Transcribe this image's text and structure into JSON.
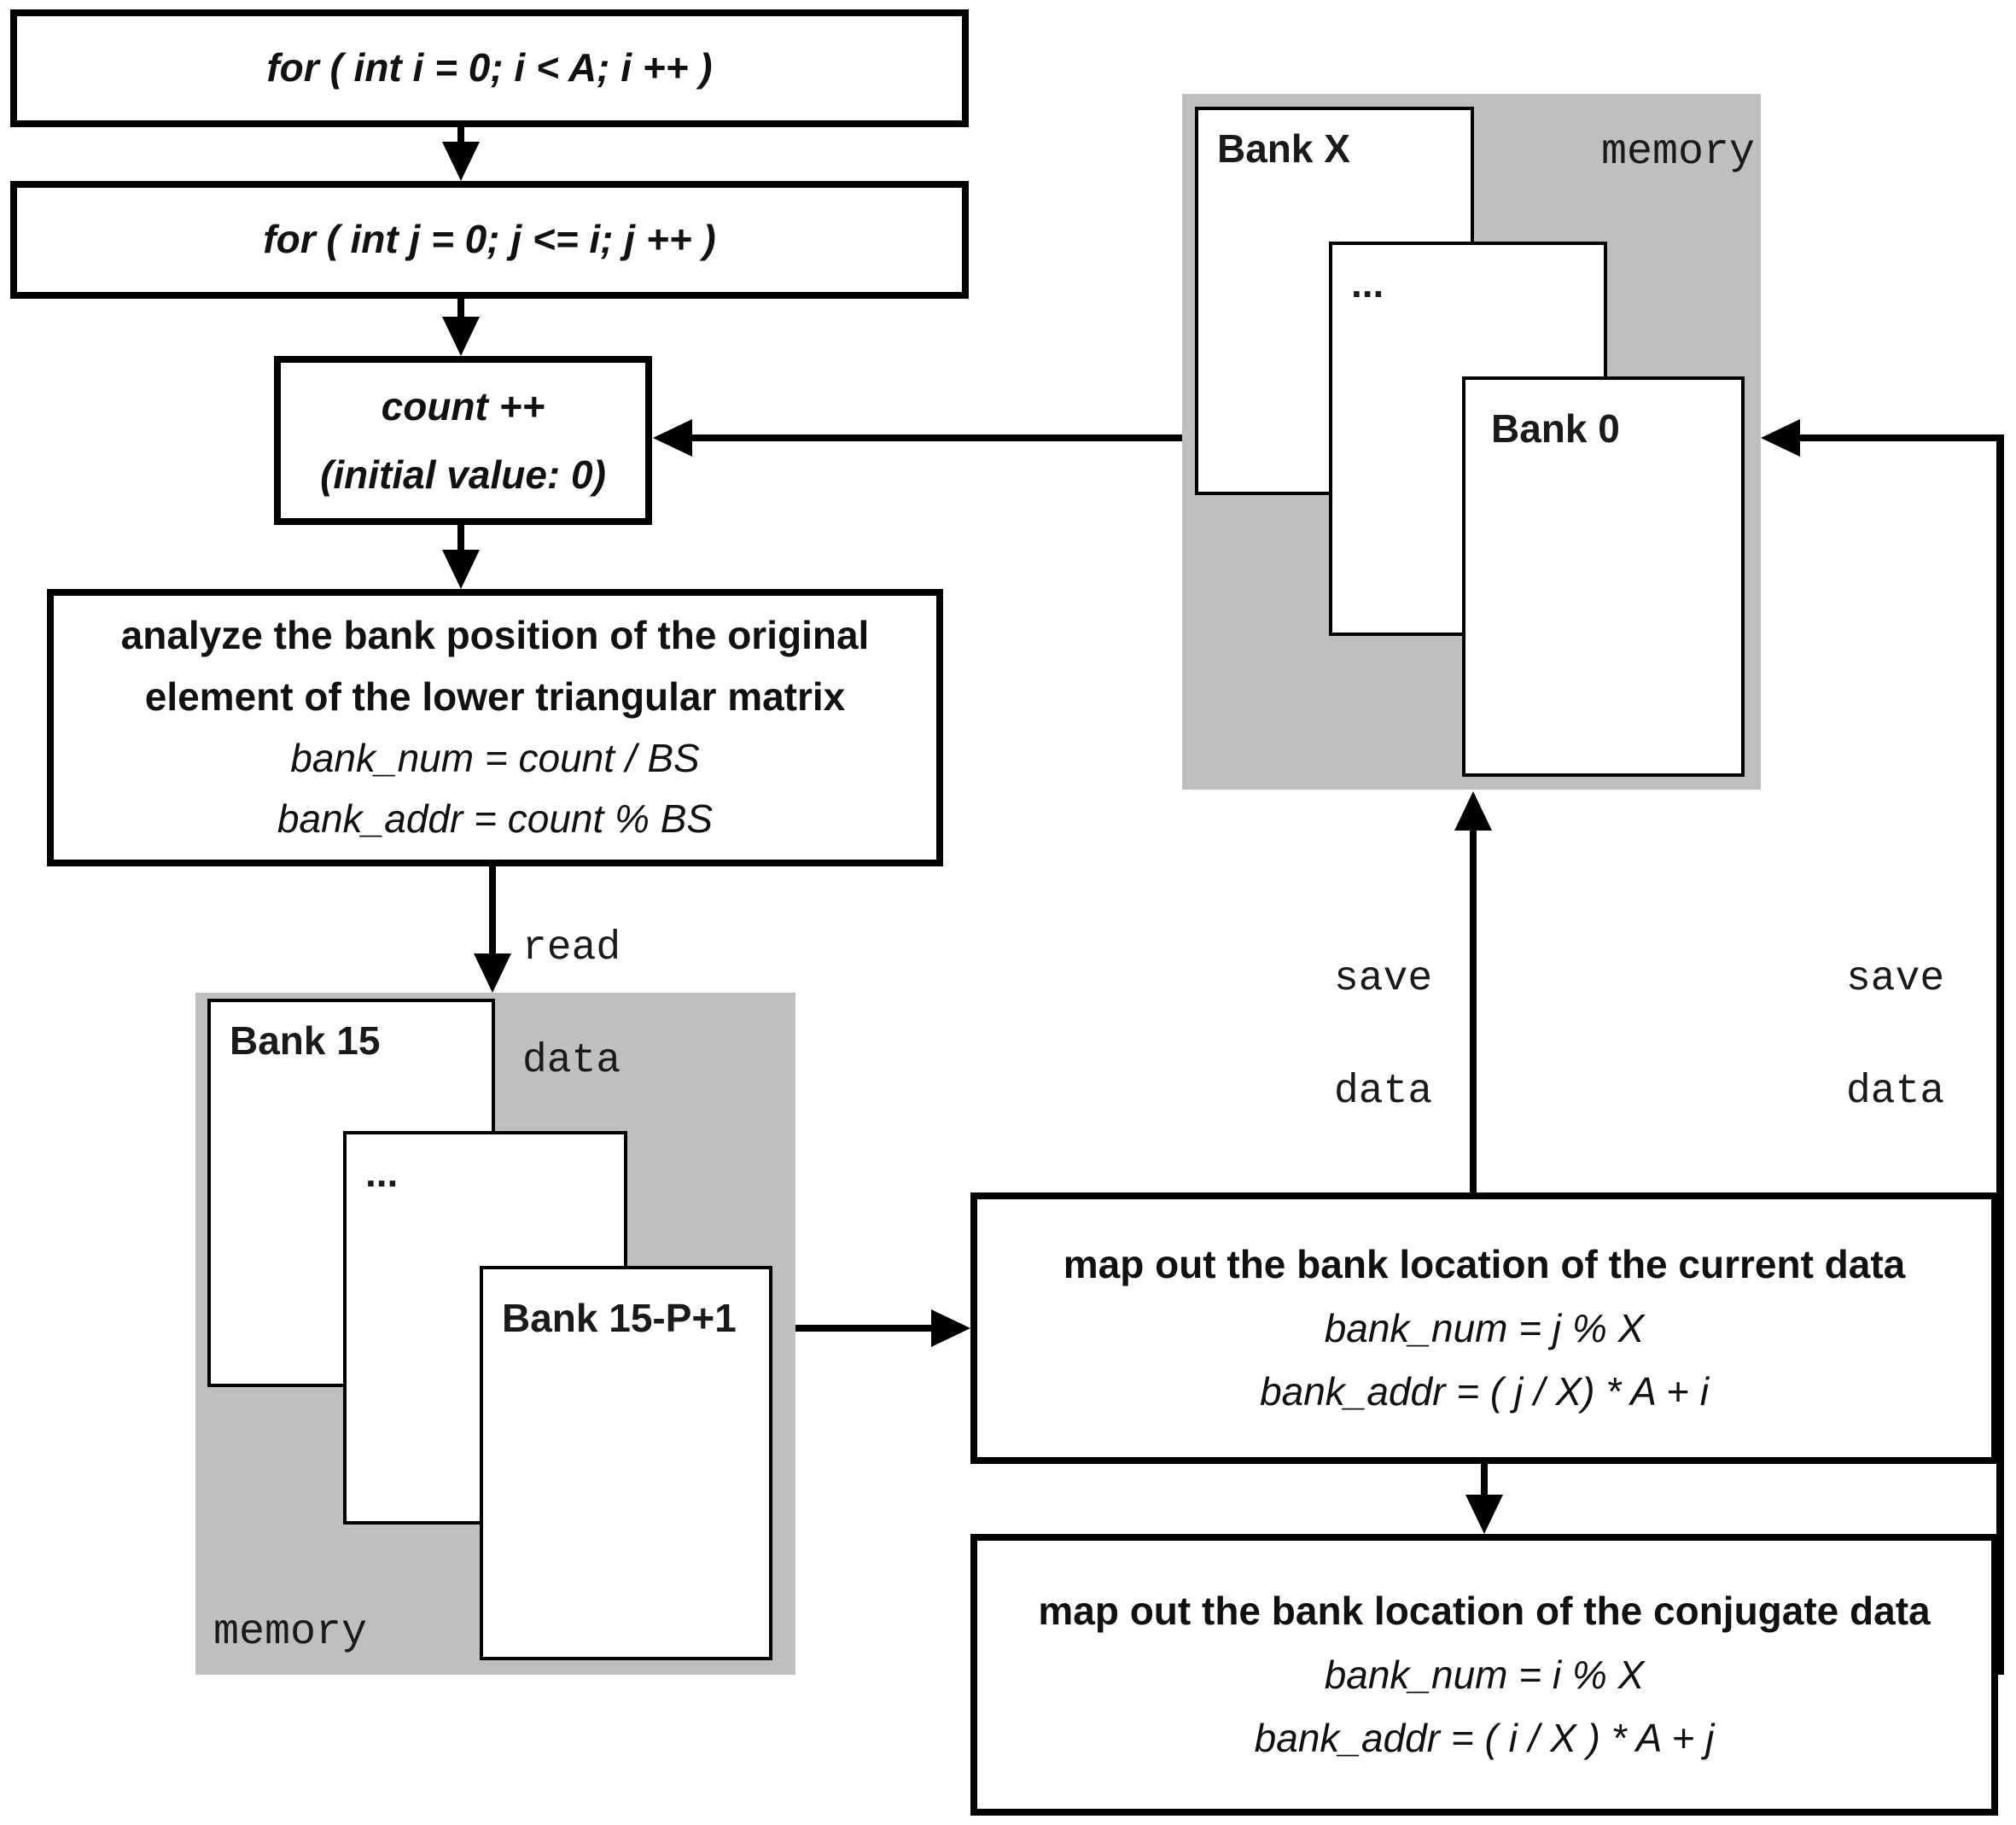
{
  "colors": {
    "memory_gray": "#bfbfbf",
    "line_black": "#000000",
    "background": "#ffffff"
  },
  "flow": {
    "for_i_label": "for ( int i = 0; i < A; i ++ )",
    "for_j_label": "for ( int j = 0; j <= i; j ++ )",
    "count": {
      "line1": "count ++",
      "line2": "(initial value: 0)"
    },
    "analyze": {
      "title_line1": "analyze the bank position of the original",
      "title_line2": "element of the lower triangular matrix",
      "formula1": "bank_num = count / BS",
      "formula2": "bank_addr = count % BS"
    },
    "current": {
      "title": "map out the bank location of the current data",
      "formula1": "bank_num = j % X",
      "formula2": "bank_addr = ( j / X) * A + i"
    },
    "conjugate": {
      "title": "map out the bank location of the conjugate data",
      "formula1": "bank_num = i % X",
      "formula2": "bank_addr = ( i / X ) * A + j"
    }
  },
  "memory_top": {
    "label": "memory",
    "bank_back": "Bank X",
    "bank_middle": "...",
    "bank_front": "Bank 0"
  },
  "memory_bottom": {
    "label": "memory",
    "bank_back": "Bank 15",
    "bank_middle": "...",
    "bank_front": "Bank 15-P+1"
  },
  "edge_labels": {
    "read": {
      "line1": "read",
      "line2": "data"
    },
    "save_left": {
      "line1": "save",
      "line2": "data"
    },
    "save_right": {
      "line1": "save",
      "line2": "data"
    }
  }
}
